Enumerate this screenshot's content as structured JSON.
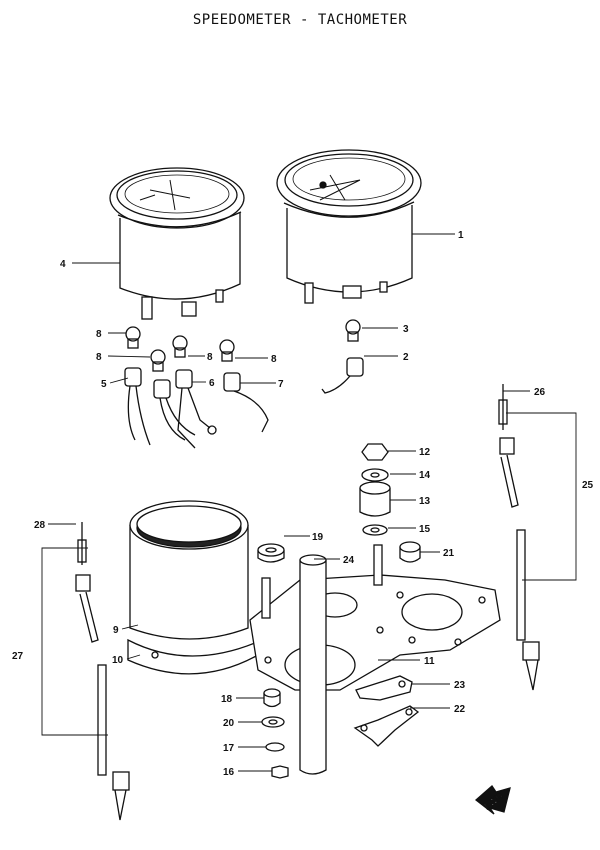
{
  "title": "SPEEDOMETER - TACHOMETER",
  "fwd_label": "FWD",
  "callouts": {
    "p1": "1",
    "p2": "2",
    "p3": "3",
    "p4": "4",
    "p5": "5",
    "p6": "6",
    "p7": "7",
    "p8a": "8",
    "p8b": "8",
    "p8c": "8",
    "p8d": "8",
    "p9": "9",
    "p10": "10",
    "p11": "11",
    "p12": "12",
    "p13": "13",
    "p14": "14",
    "p15": "15",
    "p16": "16",
    "p17": "17",
    "p18": "18",
    "p19": "19",
    "p20": "20",
    "p21": "21",
    "p22": "22",
    "p23": "23",
    "p24": "24",
    "p25": "25",
    "p26": "26",
    "p27": "27",
    "p28": "28"
  }
}
